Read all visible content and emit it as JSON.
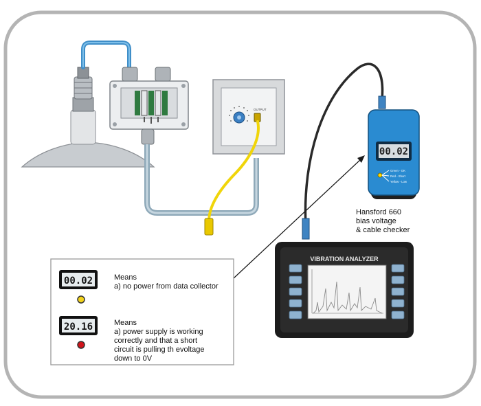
{
  "meter": {
    "lines": [
      "Hansford 660",
      "bias voltage",
      "& cable checker"
    ],
    "display": "00.02",
    "leds": [
      "Green - OK",
      "Red - Short",
      "Yellow - Low"
    ]
  },
  "analyzer": {
    "title": "VIBRATION ANALYZER"
  },
  "junction_box": {
    "label": "OUTPUT"
  },
  "legend": {
    "items": [
      {
        "display": "00.02",
        "led_color": "#f2d21b",
        "heading": "Means",
        "lines": [
          "a) no power from data collector"
        ]
      },
      {
        "display": "20.16",
        "led_color": "#d0141b",
        "heading": "Means",
        "lines": [
          "a) power supply is working",
          "correctly and that a short",
          "circuit is pulling th evoltage",
          "down to 0V"
        ]
      }
    ]
  }
}
